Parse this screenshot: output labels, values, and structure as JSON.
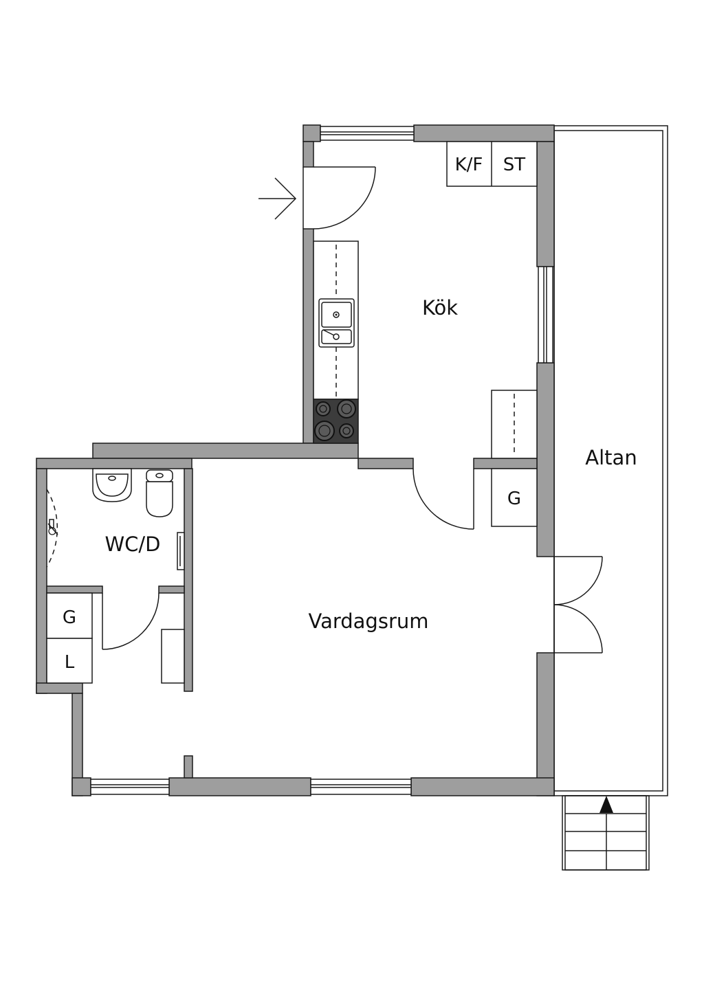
{
  "rooms": {
    "kitchen": "Kök",
    "living_room": "Vardagsrum",
    "wc": "WC/D",
    "terrace": "Altan"
  },
  "fixtures": {
    "fridge_freezer": "K/F",
    "storage": "ST",
    "wardrobe_kitchen": "G",
    "wardrobe_hall": "G",
    "linen": "L"
  },
  "colors": {
    "wall_fill": "#9e9e9e",
    "line": "#1a1a1a",
    "stove": "#3c3c3c"
  },
  "icons": [
    "entrance-arrow-icon",
    "sink-icon",
    "stove-icon",
    "toilet-icon",
    "washbasin-icon",
    "shower-icon",
    "stair-up-arrow-icon"
  ]
}
